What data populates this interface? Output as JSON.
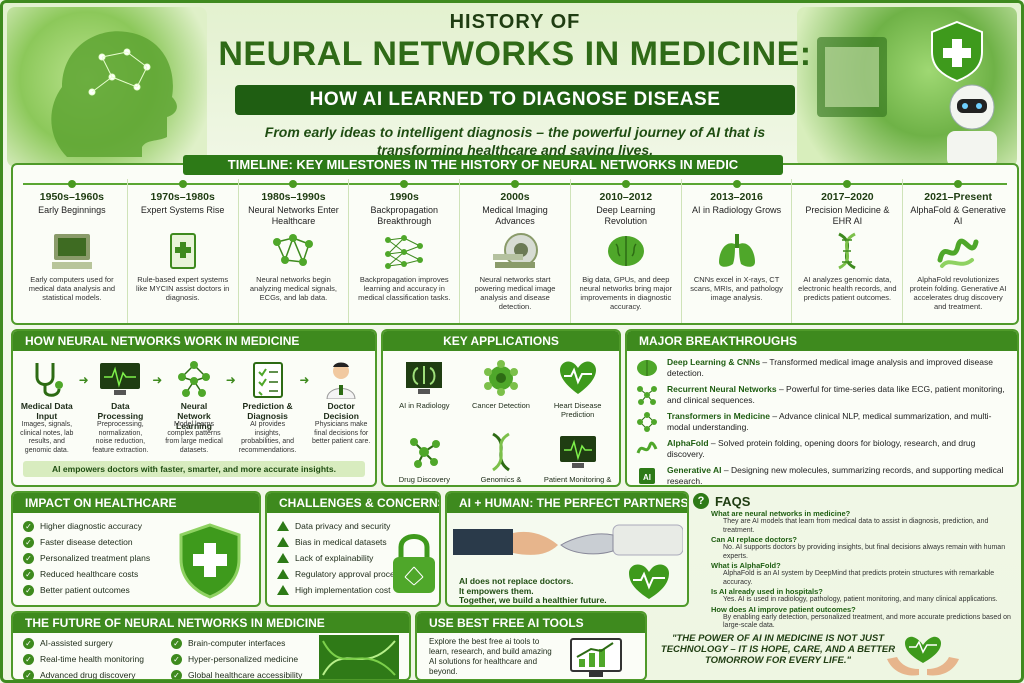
{
  "header": {
    "title_top": "HISTORY OF",
    "title_main": "NEURAL NETWORKS IN MEDICINE:",
    "subtitle": "HOW AI LEARNED TO DIAGNOSE DISEASE",
    "tagline": "From early ideas to intelligent diagnosis – the powerful journey of AI that is transforming healthcare and saving lives."
  },
  "timeline": {
    "heading": "TIMELINE: KEY MILESTONES IN THE HISTORY OF NEURAL NETWORKS IN MEDIC",
    "milestones": [
      {
        "year": "1950s–1960s",
        "title": "Early Beginnings",
        "icon": "computer-icon",
        "desc": "Early computers used for medical data analysis and statistical models."
      },
      {
        "year": "1970s–1980s",
        "title": "Expert Systems Rise",
        "icon": "clipboard-icon",
        "desc": "Rule-based expert systems like MYCIN assist doctors in diagnosis."
      },
      {
        "year": "1980s–1990s",
        "title": "Neural Networks Enter Healthcare",
        "icon": "network-icon",
        "desc": "Neural networks begin analyzing medical signals, ECGs, and lab data."
      },
      {
        "year": "1990s",
        "title": "Backpropagation Breakthrough",
        "icon": "layers-icon",
        "desc": "Backpropagation improves learning and accuracy in medical classification tasks."
      },
      {
        "year": "2000s",
        "title": "Medical Imaging Advances",
        "icon": "mri-scanner-icon",
        "desc": "Neural networks start powering medical image analysis and disease detection."
      },
      {
        "year": "2010–2012",
        "title": "Deep Learning Revolution",
        "icon": "brain-icon",
        "desc": "Big data, GPUs, and deep neural networks bring major improvements in diagnostic accuracy."
      },
      {
        "year": "2013–2016",
        "title": "AI in Radiology Grows",
        "icon": "lungs-icon",
        "desc": "CNNs excel in X-rays, CT scans, MRIs, and pathology image analysis."
      },
      {
        "year": "2017–2020",
        "title": "Precision Medicine & EHR AI",
        "icon": "dna-icon",
        "desc": "AI analyzes genomic data, electronic health records, and predicts patient outcomes."
      },
      {
        "year": "2021–Present",
        "title": "AlphaFold & Generative AI",
        "icon": "protein-icon",
        "desc": "AlphaFold revolutionizes protein folding. Generative AI accelerates drug discovery and treatment."
      }
    ]
  },
  "how": {
    "heading": "HOW NEURAL NETWORKS WORK IN MEDICINE",
    "steps": [
      {
        "title": "Medical Data Input",
        "desc": "Images, signals, clinical notes, lab results, and genomic data."
      },
      {
        "title": "Data Processing",
        "desc": "Preprocessing, normalization, noise reduction, feature extraction."
      },
      {
        "title": "Neural Network Learning",
        "desc": "Model learns complex patterns from large medical datasets."
      },
      {
        "title": "Prediction & Diagnosis",
        "desc": "AI provides insights, probabilities, and recommendations."
      },
      {
        "title": "Doctor Decision",
        "desc": "Physicians make final decisions for better patient care."
      }
    ],
    "note": "AI empowers doctors with faster, smarter, and more accurate insights."
  },
  "apps": {
    "heading": "KEY APPLICATIONS",
    "items": [
      "AI in Radiology",
      "Cancer Detection",
      "Heart Disease Prediction",
      "Drug Discovery",
      "Genomics & Bioinformatics",
      "Patient Monitoring & Forecasting"
    ]
  },
  "breakthroughs": {
    "heading": "MAJOR BREAKTHROUGHS",
    "items": [
      {
        "name": "Deep Learning & CNNs",
        "desc": " – Transformed medical image analysis and improved disease detection."
      },
      {
        "name": "Recurrent Neural Networks",
        "desc": " – Powerful for time-series data like ECG, patient monitoring, and clinical sequences."
      },
      {
        "name": "Transformers in Medicine",
        "desc": " – Advance clinical NLP, medical summarization, and multi-modal understanding."
      },
      {
        "name": "AlphaFold",
        "desc": " – Solved protein folding, opening doors for biology, research, and drug discovery."
      },
      {
        "name": "Generative AI",
        "desc": " – Designing new molecules, summarizing records, and supporting medical research."
      }
    ],
    "ai_badge": "AI"
  },
  "impact": {
    "heading": "IMPACT ON HEALTHCARE",
    "items": [
      "Higher diagnostic accuracy",
      "Faster disease detection",
      "Personalized treatment plans",
      "Reduced healthcare costs",
      "Better patient outcomes"
    ]
  },
  "challenges": {
    "heading": "CHALLENGES & CONCERNS",
    "items": [
      "Data privacy and security",
      "Bias in medical datasets",
      "Lack of explainability",
      "Regulatory approval process",
      "High implementation cost"
    ]
  },
  "partnership": {
    "heading": "AI + HUMAN: THE PERFECT PARTNERSHIP",
    "lines": [
      "AI does not replace doctors.",
      "It empowers them.",
      "Together, we build a healthier future."
    ]
  },
  "faqs": {
    "heading": "FAQS",
    "items": [
      {
        "q": "What are neural networks in medicine?",
        "a": "They are AI models that learn from medical data to assist in diagnosis, prediction, and treatment."
      },
      {
        "q": "Can AI replace doctors?",
        "a": "No. AI supports doctors by providing insights, but final decisions always remain with human experts."
      },
      {
        "q": "What is AlphaFold?",
        "a": "AlphaFold is an AI system by DeepMind that predicts protein structures with remarkable accuracy."
      },
      {
        "q": "Is AI already used in hospitals?",
        "a": "Yes. AI is used in radiology, pathology, patient monitoring, and many clinical applications."
      },
      {
        "q": "How does AI improve patient outcomes?",
        "a": "By enabling early detection, personalized treatment, and more accurate predictions based on large-scale data."
      }
    ]
  },
  "future": {
    "heading": "THE FUTURE OF NEURAL NETWORKS IN MEDICINE",
    "col1": [
      "AI-assisted surgery",
      "Real-time health monitoring",
      "Advanced drug discovery"
    ],
    "col2": [
      "Brain-computer interfaces",
      "Hyper-personalized medicine",
      "Global healthcare accessibility"
    ]
  },
  "tools": {
    "heading": "USE BEST FREE AI TOOLS",
    "text": "Explore the best free ai tools to learn, research, and build amazing AI solutions for healthcare and beyond."
  },
  "quote": "\"THE POWER OF AI IN MEDICINE IS NOT JUST TECHNOLOGY – IT IS HOPE, CARE, AND A BETTER TOMORROW FOR EVERY LIFE.\""
}
